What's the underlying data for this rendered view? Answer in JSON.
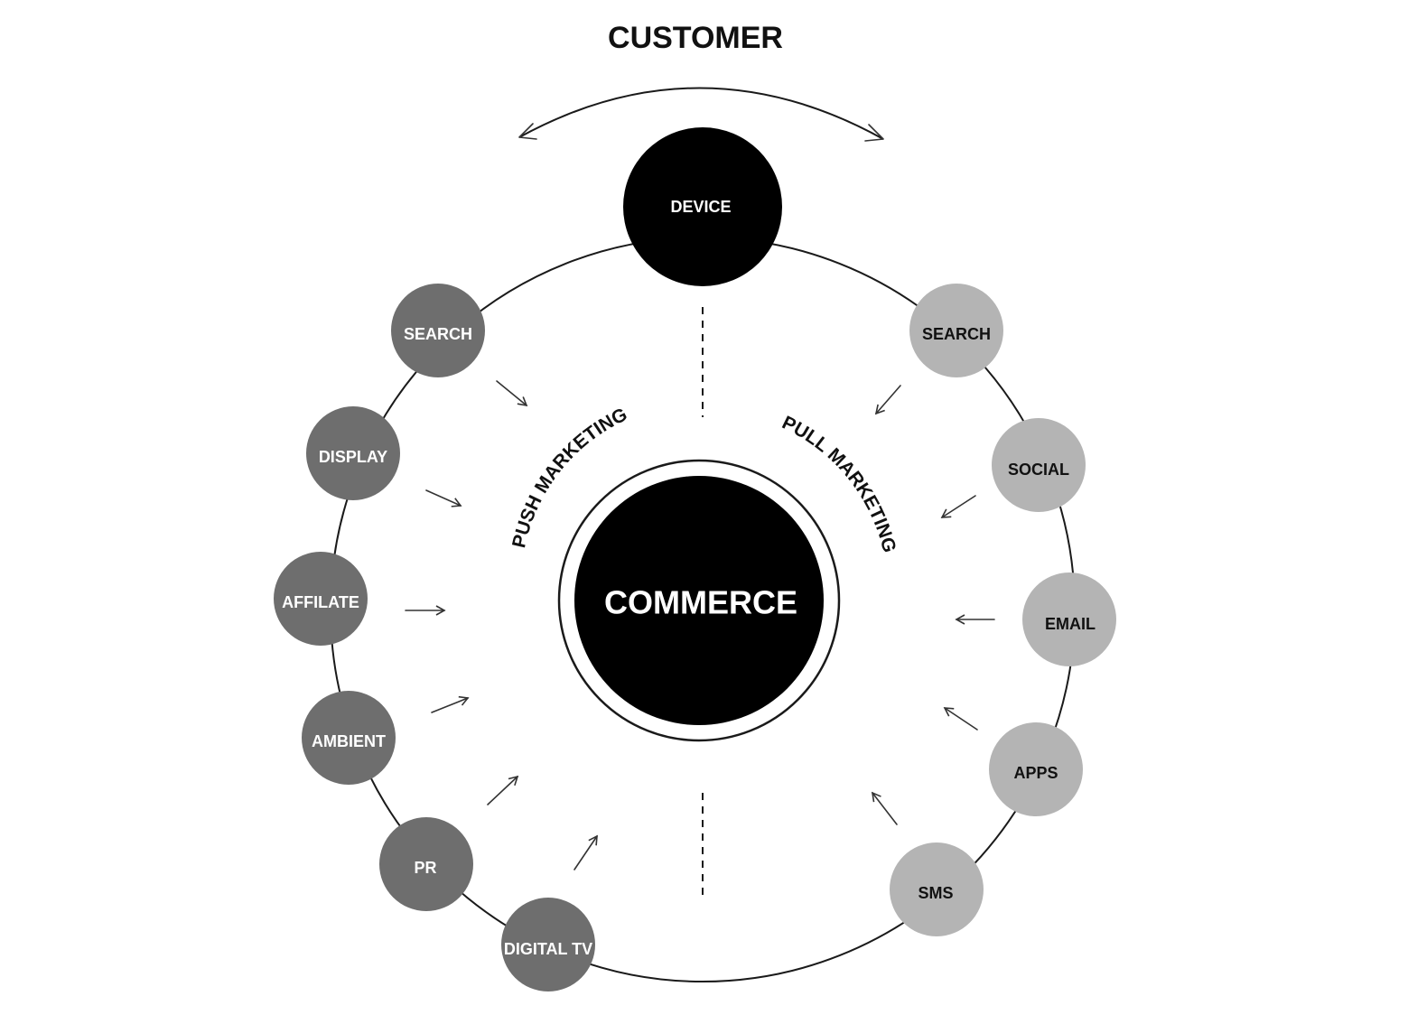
{
  "title": "CUSTOMER",
  "device": {
    "label": "DEVICE"
  },
  "center": {
    "label": "COMMERCE"
  },
  "push": {
    "label": "PUSH MARKETING",
    "color": "#6e6e6e",
    "text_color": "#ffffff",
    "items": [
      {
        "label": "SEARCH"
      },
      {
        "label": "DISPLAY"
      },
      {
        "label": "AFFILATE"
      },
      {
        "label": "AMBIENT"
      },
      {
        "label": "PR"
      },
      {
        "label": "DIGITAL TV"
      }
    ]
  },
  "pull": {
    "label": "PULL MARKETING",
    "color": "#b4b4b4",
    "text_color": "#111111",
    "items": [
      {
        "label": "SEARCH"
      },
      {
        "label": "SOCIAL"
      },
      {
        "label": "EMAIL"
      },
      {
        "label": "APPS"
      },
      {
        "label": "SMS"
      }
    ]
  },
  "colors": {
    "device": "#000000",
    "center": "#000000"
  }
}
